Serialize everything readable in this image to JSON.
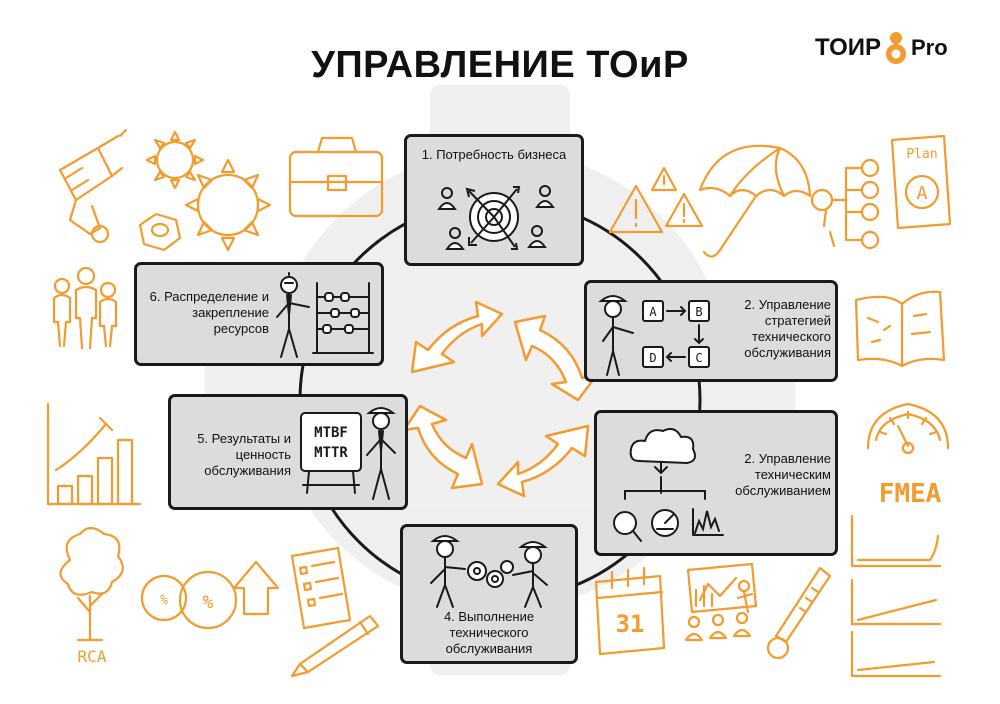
{
  "title": "УПРАВЛЕНИЕ ТОиР",
  "logo": {
    "left": "ТОИР",
    "right": "Pro"
  },
  "colors": {
    "accent": "#f39b2f",
    "box_fill": "#dcdcdc",
    "stroke": "#1a1a1a"
  },
  "steps": [
    {
      "label": "1. Потребность бизнеса"
    },
    {
      "label": "2. Управление стратегией технического обслуживания"
    },
    {
      "label": "2. Управление техническим обслуживанием"
    },
    {
      "label": "4. Выполнение технического обслуживания"
    },
    {
      "label": "5. Результаты и ценность обслуживания"
    },
    {
      "label": "6. Распределение и закрепление ресурсов"
    }
  ],
  "sketch_words": {
    "mtbf": "MTBF",
    "mttr": "MTTR",
    "fmea": "FMEA",
    "rca": "RCA",
    "plan": "Plan",
    "plan_letter": "A",
    "calendar": "31",
    "percent": "%",
    "abdc": [
      "A",
      "B",
      "D",
      "C"
    ]
  }
}
